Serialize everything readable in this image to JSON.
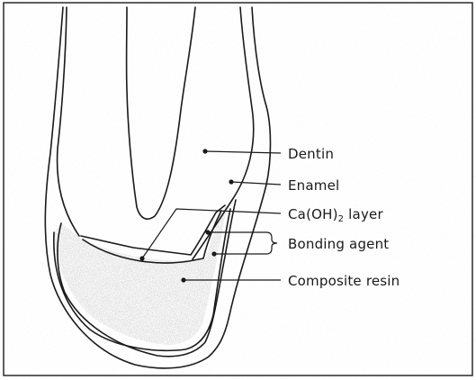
{
  "labels": {
    "dentin": "Dentin",
    "enamel": "Enamel",
    "caoh_prefix": "Ca(OH)",
    "caoh_subscript": "2",
    "caoh_suffix": " layer",
    "bonding_agent": "Bonding agent",
    "composite_resin": "Composite resin"
  },
  "colors": {
    "stipple_background": "#d9d9d9",
    "line": "#1a1a1a",
    "resin_fill": "#bdbdbd"
  }
}
